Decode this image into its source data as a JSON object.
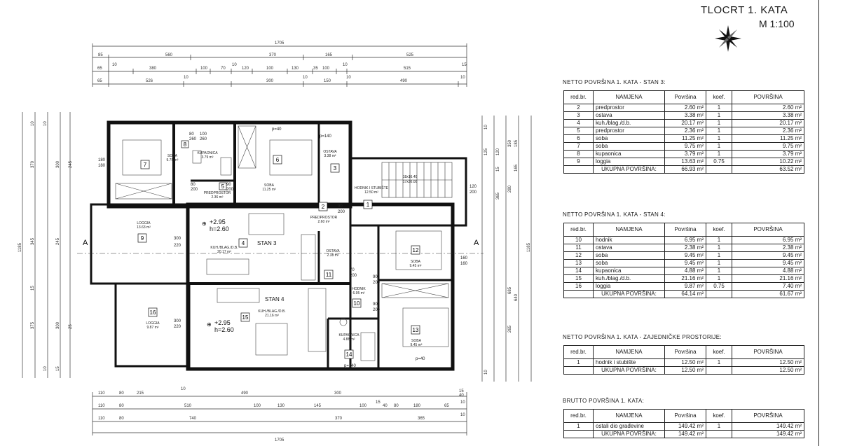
{
  "header": {
    "title": "TLOCRT 1. KATA",
    "scale": "M 1:100"
  },
  "plan": {
    "dims_top": [
      "1705",
      "85",
      "560",
      "370",
      "165",
      "525",
      "65",
      "10",
      "380",
      "100",
      "70",
      "10",
      "120",
      "100",
      "130",
      "35",
      "100",
      "10",
      "515",
      "15",
      "65",
      "526",
      "10",
      "300",
      "10",
      "150",
      "10",
      "490",
      "10"
    ],
    "dims_bottom": [
      "110",
      "80",
      "215",
      "10",
      "490",
      "300",
      "15",
      "40",
      "110",
      "80",
      "510",
      "100",
      "130",
      "145",
      "100",
      "15",
      "40",
      "80",
      "180",
      "65",
      "10",
      "110",
      "80",
      "740",
      "370",
      "365",
      "10",
      "1705"
    ],
    "dims_left": [
      "10",
      "10",
      "370",
      "300",
      "15",
      "245",
      "345",
      "25",
      "245",
      "300",
      "375",
      "1185",
      "10",
      "15"
    ],
    "dims_right": [
      "10",
      "125",
      "120",
      "15",
      "365",
      "280",
      "350",
      "185",
      "165",
      "1185",
      "640",
      "685",
      "265",
      "10"
    ],
    "section_marker": "A",
    "stan3": "STAN 3",
    "stan4": "STAN 4",
    "room_numbers": [
      "1",
      "2",
      "3",
      "4",
      "5",
      "6",
      "7",
      "8",
      "9",
      "10",
      "11",
      "12",
      "13",
      "14",
      "15",
      "16"
    ],
    "room_labels": {
      "soba7": "SOBA",
      "area7": "9.75 m²",
      "kup8": "KUPAONICA",
      "area8": "3.79 m²",
      "soba6": "SOBA",
      "area6": "11.25 m²",
      "ost3": "OSTAVA",
      "area3": "3.38 m²",
      "hodnik1": "HODNIK I STUBIŠTE",
      "area1": "12.50 m²",
      "stairs": "18x16.40",
      "stairs2": "17x30.00",
      "loggia9": "LOGGIA",
      "area9": "13.63 m²",
      "pred5": "PREDPROSTOR",
      "area5": "2.36 m²",
      "kuh4": "KUH./BLAG./D.B.",
      "area4": "20.17 m²",
      "pred2": "PREDPROSTOR",
      "area2": "2.60 m²",
      "ost11": "OSTAVA",
      "area11": "2.38 m²",
      "soba12": "SOBA",
      "area12": "9.45 m²",
      "hod10": "HODNIK",
      "area10": "6.95 m²",
      "loggia16": "LOGGIA",
      "area16": "9.87 m²",
      "kuh15": "KUH./BLAG./D.B.",
      "area15": "21.16 m²",
      "kup14": "KUPAONICA",
      "area14": "4.88 m²",
      "soba13": "SOBA",
      "area13": "9.45 m²"
    },
    "levels": {
      "a1": "+2.95",
      "h1": "h=2.60",
      "a2": "+2.95",
      "h2": "h=2.60"
    },
    "openings": {
      "o1": "180",
      "o2": "180",
      "o3": "80",
      "o4": "200",
      "o5": "90",
      "o6": "200",
      "o7": "p=40",
      "o8": "p=140",
      "o9": "120",
      "o10": "200",
      "o11": "90",
      "o12": "200",
      "o13": "300",
      "o14": "220",
      "o15": "80",
      "o16": "260",
      "o17": "100",
      "o18": "260",
      "o19": "160",
      "o20": "160",
      "o21": "70",
      "o22": "200",
      "o23": "90",
      "o24": "200",
      "o25": "300",
      "o26": "220",
      "o27": "p=140",
      "o28": "p=40",
      "o29": "90",
      "o30": "200"
    }
  },
  "tables": {
    "headers": {
      "rb": "red.br.",
      "nam": "NAMJENA",
      "pov": "Površina",
      "koef": "koef.",
      "pov2": "POVRŠINA"
    },
    "stan3": {
      "title": "NETTO POVRŠINA 1. KATA - STAN 3:",
      "rows": [
        [
          "2",
          "predprostor",
          "2.60 m²",
          "1",
          "2.60 m²"
        ],
        [
          "3",
          "ostava",
          "3.38 m²",
          "1",
          "3.38 m²"
        ],
        [
          "4",
          "kuh./blag./d.b.",
          "20.17 m²",
          "1",
          "20.17 m²"
        ],
        [
          "5",
          "predprostor",
          "2.36 m²",
          "1",
          "2.36 m²"
        ],
        [
          "6",
          "soba",
          "11.25 m²",
          "1",
          "11.25 m²"
        ],
        [
          "7",
          "soba",
          "9.75 m²",
          "1",
          "9.75 m²"
        ],
        [
          "8",
          "kupaonica",
          "3.79 m²",
          "1",
          "3.79 m²"
        ],
        [
          "9",
          "loggia",
          "13.63 m²",
          "0.75",
          "10.22 m²"
        ]
      ],
      "total_label": "UKUPNA POVRŠINA:",
      "total1": "66.93 m²",
      "total2": "63.52 m²"
    },
    "stan4": {
      "title": "NETTO POVRŠINA 1. KATA - STAN 4:",
      "rows": [
        [
          "10",
          "hodnik",
          "6.95 m²",
          "1",
          "6.95 m²"
        ],
        [
          "11",
          "ostava",
          "2.38 m²",
          "1",
          "2.38 m²"
        ],
        [
          "12",
          "soba",
          "9.45 m²",
          "1",
          "9.45 m²"
        ],
        [
          "13",
          "soba",
          "9.45 m²",
          "1",
          "9.45 m²"
        ],
        [
          "14",
          "kupaonica",
          "4.88 m²",
          "1",
          "4.88 m²"
        ],
        [
          "15",
          "kuh./blag./d.b.",
          "21.16 m²",
          "1",
          "21.16 m²"
        ],
        [
          "16",
          "loggia",
          "9.87 m²",
          "0.75",
          "7.40 m²"
        ]
      ],
      "total_label": "UKUPNA POVRŠINA:",
      "total1": "64.14 m²",
      "total2": "61.67 m²"
    },
    "zaj": {
      "title": "NETTO POVRŠINA 1. KATA - ZAJEDNIČKE PROSTORIJE:",
      "rows": [
        [
          "1",
          "hodnik i stubište",
          "12.50 m²",
          "1",
          "12.50 m²"
        ]
      ],
      "total_label": "UKUPNA POVRŠINA:",
      "total1": "12.50 m²",
      "total2": "12.50 m²"
    },
    "brutto": {
      "title": "BRUTTO POVRŠINA 1. KATA:",
      "rows": [
        [
          "1",
          "ostali dio građevine",
          "149.42 m²",
          "1",
          "149.42 m²"
        ]
      ],
      "total_label": "UKUPNA POVRŠINA:",
      "total1": "149.42 m²",
      "total2": "149.42 m²"
    }
  }
}
